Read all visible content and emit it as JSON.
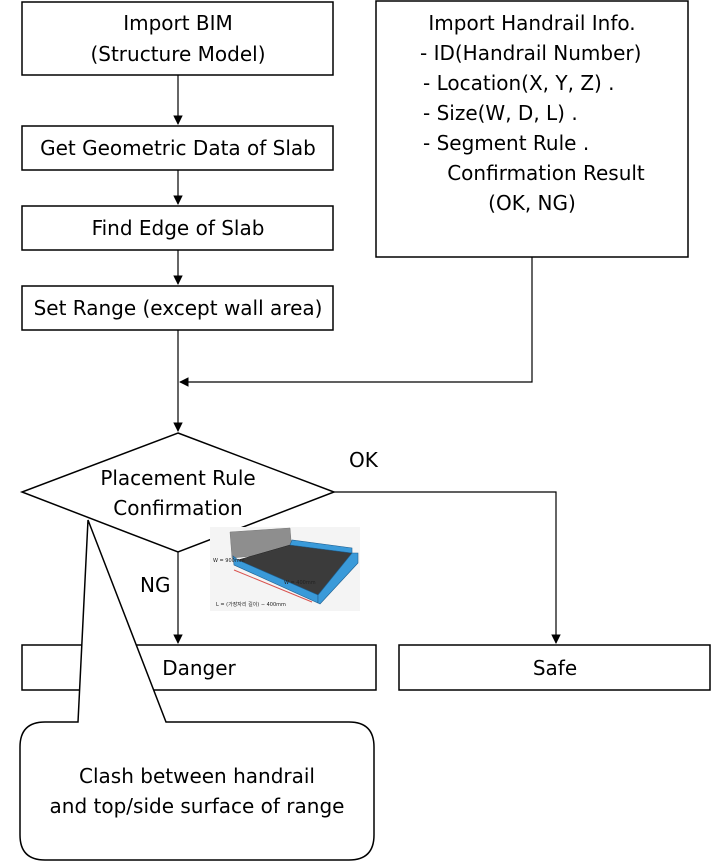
{
  "nodes": {
    "import_bim": {
      "lines": [
        "Import BIM",
        "(Structure Model)"
      ]
    },
    "get_geometric": {
      "label": "Get Geometric Data of Slab"
    },
    "find_edge": {
      "label": "Find Edge of Slab"
    },
    "set_range": {
      "label": "Set Range (except wall area)"
    },
    "import_handrail": {
      "lines": [
        "Import Handrail Info.",
        "- ID(Handrail Number)",
        "-    Location(X, Y, Z)      .",
        "-    Size(W, D, L)            .",
        "-    Segment Rule          .",
        "Confirmation Result",
        "(OK, NG)"
      ]
    },
    "placement_rule": {
      "lines": [
        "Placement Rule",
        "Confirmation"
      ]
    },
    "danger": {
      "label": "Danger"
    },
    "safe": {
      "label": "Safe"
    },
    "callout": {
      "lines": [
        "Clash between handrail",
        "and top/side surface of range"
      ]
    }
  },
  "edges": {
    "ok_label": "OK",
    "ng_label": "NG"
  },
  "figure": {
    "label_w": "W = 900mm",
    "label_w2": "W = 400mm",
    "label_l": "L = (가장자리 길이) − 400mm"
  },
  "colors": {
    "stroke": "#000000",
    "handrail_blue": "#3a9ad9",
    "slab_dark": "#3b3b3b"
  }
}
